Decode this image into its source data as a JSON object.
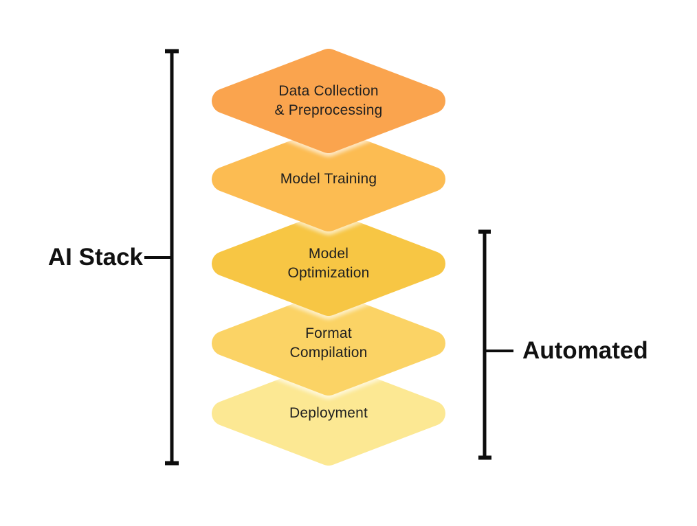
{
  "diagram": {
    "background": "#FFFFFF",
    "line_color": "#0D0D0D",
    "text_color": "#1F1F1F",
    "left_bracket": {
      "label": "AI Stack"
    },
    "right_bracket": {
      "label": "Automated"
    },
    "layers": [
      {
        "name": "data-collection-preprocessing",
        "label": "Data Collection\n& Preprocessing",
        "color": "#FAA44E"
      },
      {
        "name": "model-training",
        "label": "Model Training",
        "color": "#FCBC52"
      },
      {
        "name": "model-optimization",
        "label": "Model\nOptimization",
        "color": "#F7C644"
      },
      {
        "name": "format-compilation",
        "label": "Format\nCompilation",
        "color": "#FBD365"
      },
      {
        "name": "deployment",
        "label": "Deployment",
        "color": "#FCE893"
      }
    ]
  }
}
